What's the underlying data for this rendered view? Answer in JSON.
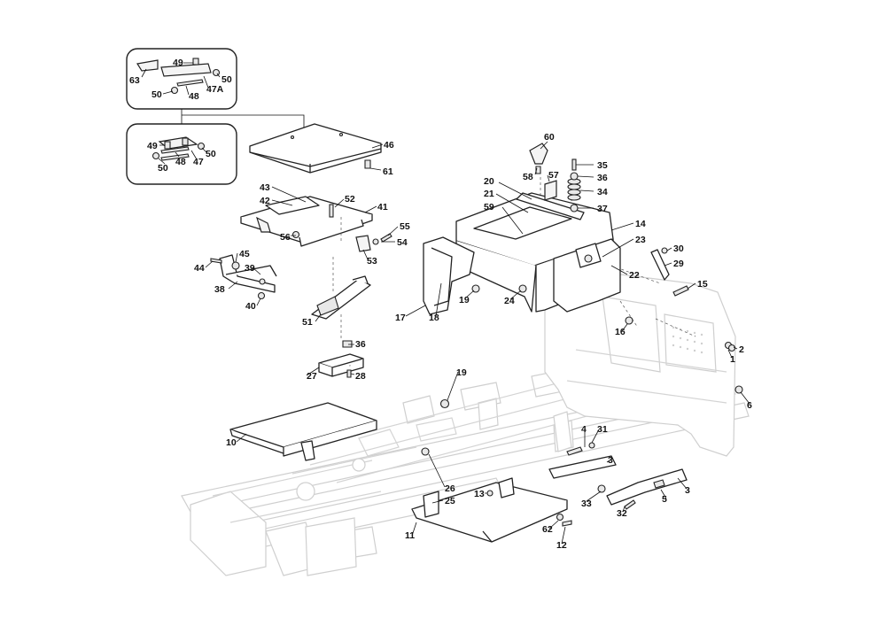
{
  "diagram": {
    "callouts": [
      {
        "id": "detail-a",
        "labels": [
          "49",
          "50",
          "63",
          "50",
          "48",
          "47A"
        ]
      },
      {
        "id": "detail-b",
        "labels": [
          "49",
          "50",
          "48",
          "47",
          "50"
        ]
      }
    ],
    "labels": [
      {
        "text": "63"
      },
      {
        "text": "49"
      },
      {
        "text": "50"
      },
      {
        "text": "50"
      },
      {
        "text": "48"
      },
      {
        "text": "47A"
      },
      {
        "text": "49"
      },
      {
        "text": "50"
      },
      {
        "text": "48"
      },
      {
        "text": "47"
      },
      {
        "text": "50"
      },
      {
        "text": "46"
      },
      {
        "text": "61"
      },
      {
        "text": "43"
      },
      {
        "text": "42"
      },
      {
        "text": "52"
      },
      {
        "text": "41"
      },
      {
        "text": "56"
      },
      {
        "text": "55"
      },
      {
        "text": "54"
      },
      {
        "text": "53"
      },
      {
        "text": "45"
      },
      {
        "text": "44"
      },
      {
        "text": "39"
      },
      {
        "text": "38"
      },
      {
        "text": "40"
      },
      {
        "text": "51"
      },
      {
        "text": "60"
      },
      {
        "text": "58"
      },
      {
        "text": "57"
      },
      {
        "text": "35"
      },
      {
        "text": "36"
      },
      {
        "text": "34"
      },
      {
        "text": "37"
      },
      {
        "text": "20"
      },
      {
        "text": "21"
      },
      {
        "text": "59"
      },
      {
        "text": "14"
      },
      {
        "text": "23"
      },
      {
        "text": "30"
      },
      {
        "text": "29"
      },
      {
        "text": "22"
      },
      {
        "text": "15"
      },
      {
        "text": "17"
      },
      {
        "text": "18"
      },
      {
        "text": "19"
      },
      {
        "text": "24"
      },
      {
        "text": "16"
      },
      {
        "text": "2"
      },
      {
        "text": "1"
      },
      {
        "text": "6"
      },
      {
        "text": "36"
      },
      {
        "text": "27"
      },
      {
        "text": "28"
      },
      {
        "text": "19"
      },
      {
        "text": "10"
      },
      {
        "text": "4"
      },
      {
        "text": "31"
      },
      {
        "text": "3"
      },
      {
        "text": "3"
      },
      {
        "text": "33"
      },
      {
        "text": "5"
      },
      {
        "text": "32"
      },
      {
        "text": "26"
      },
      {
        "text": "25"
      },
      {
        "text": "13"
      },
      {
        "text": "11"
      },
      {
        "text": "62"
      },
      {
        "text": "12"
      }
    ]
  }
}
